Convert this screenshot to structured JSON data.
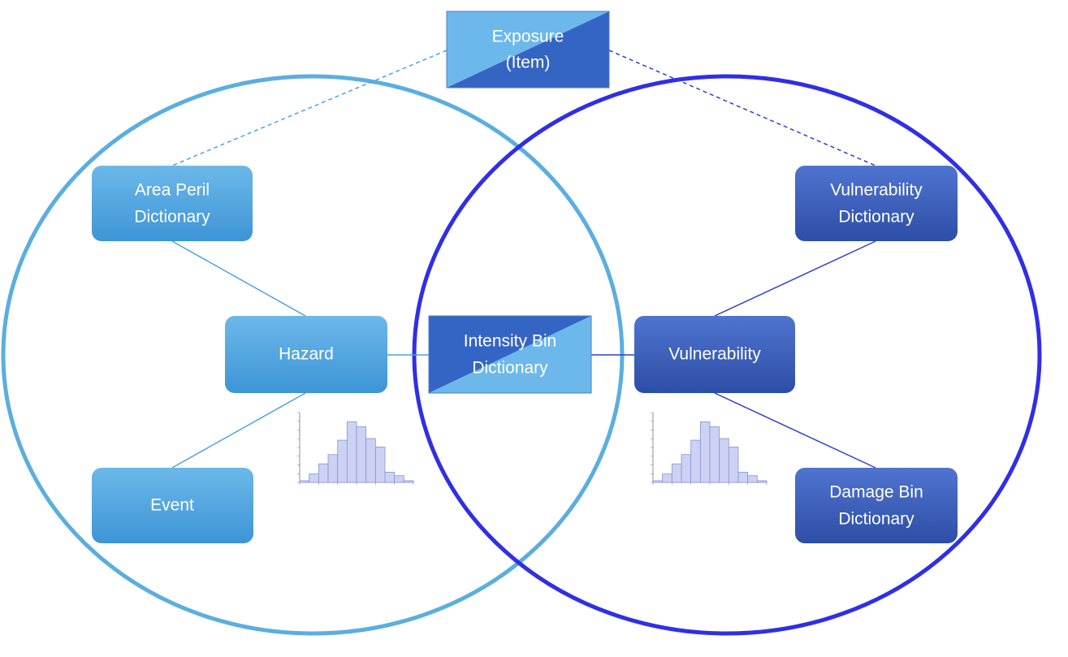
{
  "colors": {
    "left_circle": "#5aaee0",
    "right_circle": "#2f2fe6",
    "light_box_top": "#6cb8ea",
    "light_box_bottom": "#3d95d6",
    "dark_box_top": "#4f74d0",
    "dark_box_bottom": "#2d4ea6",
    "hist_fill": "#cbd2f3",
    "hist_stroke": "#8a93d6"
  },
  "nodes": {
    "exposure": {
      "line1": "Exposure",
      "line2": "(Item)"
    },
    "area_peril": {
      "line1": "Area Peril",
      "line2": "Dictionary"
    },
    "hazard": {
      "label": "Hazard"
    },
    "event": {
      "label": "Event"
    },
    "intensity_bin": {
      "line1": "Intensity Bin",
      "line2": "Dictionary"
    },
    "vulnerability": {
      "label": "Vulnerability"
    },
    "vulnerability_dict": {
      "line1": "Vulnerability",
      "line2": "Dictionary"
    },
    "damage_bin": {
      "line1": "Damage Bin",
      "line2": "Dictionary"
    }
  },
  "histograms": {
    "hazard_hist": {
      "values": [
        2,
        10,
        22,
        33,
        50,
        72,
        66,
        52,
        42,
        12,
        8,
        2
      ]
    },
    "vulnerability_hist": {
      "values": [
        2,
        10,
        22,
        33,
        50,
        72,
        66,
        52,
        42,
        12,
        8,
        2
      ]
    }
  }
}
